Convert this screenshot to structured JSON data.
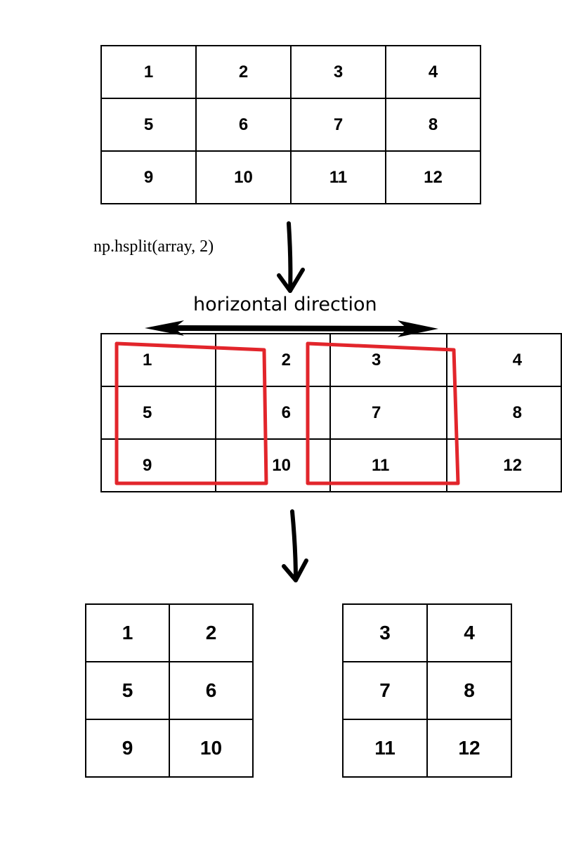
{
  "code_label": "np.hsplit(array,  2)",
  "direction_label": "horizontal direction",
  "original_array": [
    [
      "1",
      "2",
      "3",
      "4"
    ],
    [
      "5",
      "6",
      "7",
      "8"
    ],
    [
      "9",
      "10",
      "11",
      "12"
    ]
  ],
  "split_array": [
    [
      "1",
      "2",
      "3",
      "4"
    ],
    [
      "5",
      "6",
      "7",
      "8"
    ],
    [
      "9",
      "10",
      "11",
      "12"
    ]
  ],
  "result_left": [
    [
      "1",
      "2"
    ],
    [
      "5",
      "6"
    ],
    [
      "9",
      "10"
    ]
  ],
  "result_right": [
    [
      "3",
      "4"
    ],
    [
      "7",
      "8"
    ],
    [
      "11",
      "12"
    ]
  ],
  "colors": {
    "highlight": "#e2252b",
    "line": "#000000"
  }
}
